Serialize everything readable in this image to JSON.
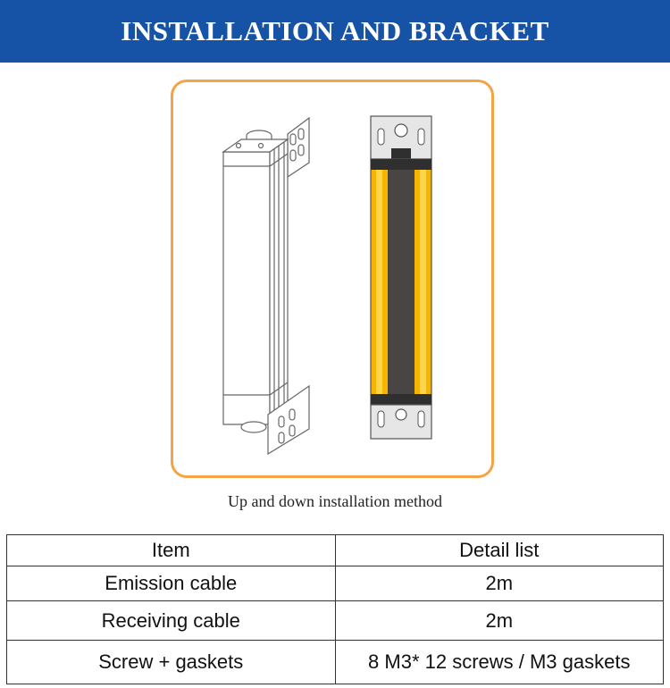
{
  "banner": {
    "title": "INSTALLATION AND BRACKET",
    "background": "#1652a5"
  },
  "figure": {
    "frame_color": "#f5a347",
    "caption": "Up and down installation method",
    "sensor_colors": {
      "strip_yellow": "#f7b400",
      "core_dark": "#4a4545",
      "bracket_gray": "#e6e6e6",
      "outline": "#555555"
    }
  },
  "table": {
    "headers": [
      "Item",
      "Detail list"
    ],
    "rows": [
      {
        "item": "Emission cable",
        "detail": "2m"
      },
      {
        "item": "Receiving cable",
        "detail": "2m"
      },
      {
        "item": "Screw + gaskets",
        "detail": "8 M3* 12 screws / M3 gaskets"
      }
    ]
  }
}
